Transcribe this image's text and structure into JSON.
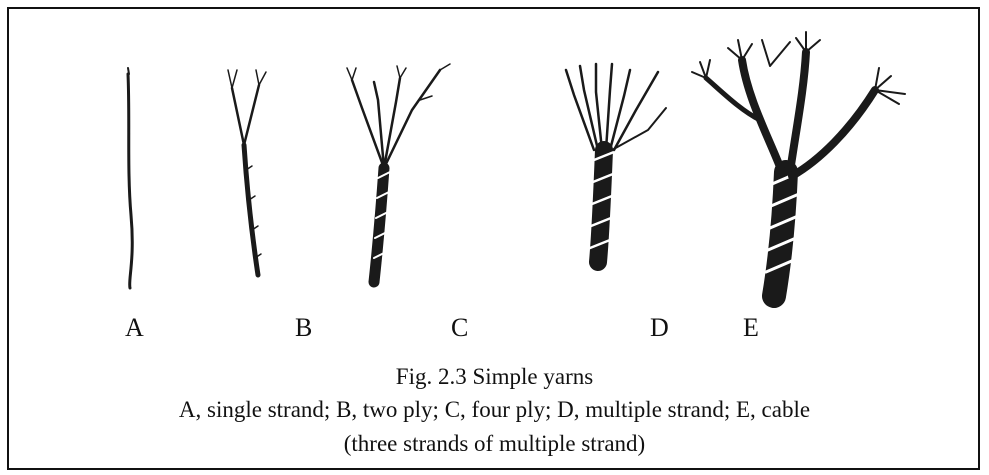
{
  "figure": {
    "labels": {
      "a": "A",
      "b": "B",
      "c": "C",
      "d": "D",
      "e": "E"
    },
    "caption_title": "Fig. 2.3 Simple yarns",
    "caption_line1": "A, single strand; B, two ply; C, four ply; D, multiple strand; E, cable",
    "caption_line2": "(three strands of multiple strand)"
  }
}
